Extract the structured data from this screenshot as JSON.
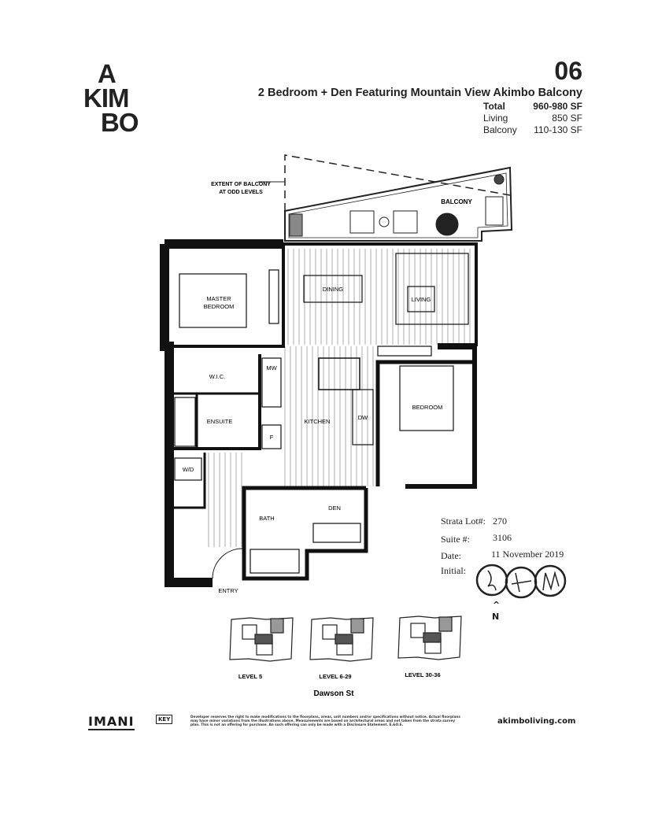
{
  "logo": {
    "lines": [
      "A",
      "KIM",
      "BO"
    ]
  },
  "header": {
    "unit_number": "06",
    "title": "2 Bedroom + Den Featuring Mountain View Akimbo Balcony",
    "areas": [
      {
        "label": "Total",
        "value": "960-980 SF"
      },
      {
        "label": "Living",
        "value": "850 SF"
      },
      {
        "label": "Balcony",
        "value": "110-130 SF"
      }
    ]
  },
  "plan": {
    "balcony_note": [
      "EXTENT OF BALCONY",
      "AT ODD LEVELS"
    ],
    "rooms": {
      "balcony": "BALCONY",
      "dining": "DINING",
      "living": "LIVING",
      "master": [
        "MASTER",
        "BEDROOM"
      ],
      "wic": "W.I.C.",
      "ensuite": "ENSUITE",
      "mw": "MW",
      "f": "F",
      "kitchen": "KITCHEN",
      "dw": "DW",
      "bedroom": "BEDROOM",
      "wd": "W/D",
      "bath": "BATH",
      "den": "DEN",
      "entry": "ENTRY"
    }
  },
  "stamp": {
    "strata_lot_label": "Strata Lot#:",
    "strata_lot": "270",
    "suite_label": "Suite #:",
    "suite": "3106",
    "date_label": "Date:",
    "date": "11 November 2019",
    "initial_label": "Initial:"
  },
  "north": {
    "arrow": "^",
    "label": "N"
  },
  "key_plans": [
    {
      "label": "LEVEL 5"
    },
    {
      "label": "LEVEL 6-29"
    },
    {
      "label": "LEVEL 30-36"
    }
  ],
  "street": "Dawson St",
  "footer": {
    "brand1": "IMANI",
    "brand2": "KEY",
    "disclaimer": "Developer reserves the right to make modifications to the floorplans, areas, unit numbers and/or specifications without notice. Actual floorplans may have minor variations from the illustrations above. Measurements are based on architectural areas and not taken from the strata survey plan. This is not an offering for purchase. An such offering can only be made with a Disclosure Statement. E.&O.E.",
    "website": "akimboliving.com"
  }
}
